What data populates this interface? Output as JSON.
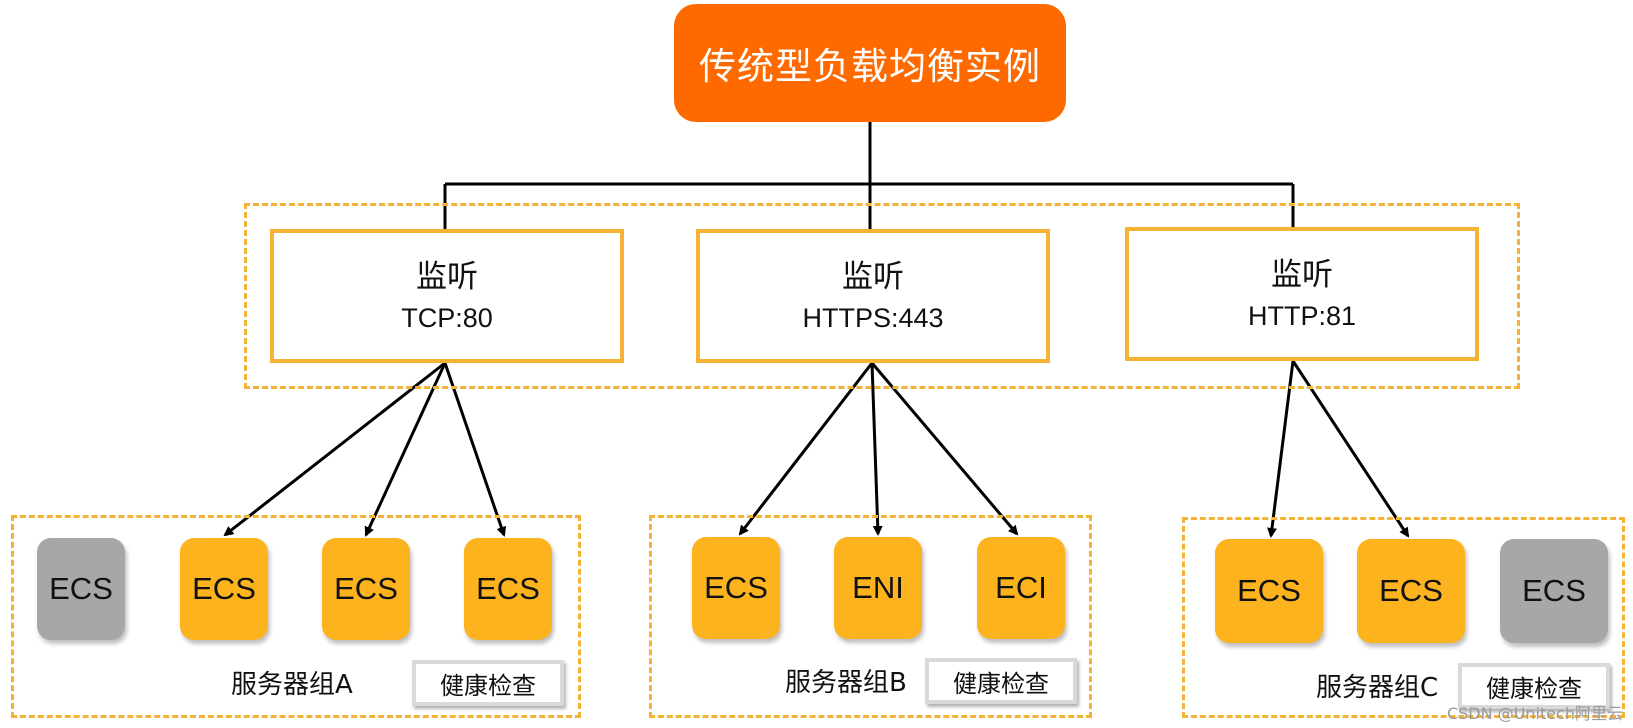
{
  "root": {
    "label": "传统型负载均衡实例",
    "color": "#FF6A00"
  },
  "listeners": [
    {
      "title": "监听",
      "protocol": "TCP:80"
    },
    {
      "title": "监听",
      "protocol": "HTTPS:443"
    },
    {
      "title": "监听",
      "protocol": "HTTP:81"
    }
  ],
  "groups": [
    {
      "label": "服务器组A",
      "health_check": "健康检查",
      "servers": [
        {
          "label": "ECS",
          "state": "inactive"
        },
        {
          "label": "ECS",
          "state": "active"
        },
        {
          "label": "ECS",
          "state": "active"
        },
        {
          "label": "ECS",
          "state": "active"
        }
      ]
    },
    {
      "label": "服务器组B",
      "health_check": "健康检查",
      "servers": [
        {
          "label": "ECS",
          "state": "active"
        },
        {
          "label": "ENI",
          "state": "active"
        },
        {
          "label": "ECI",
          "state": "active"
        }
      ]
    },
    {
      "label": "服务器组C",
      "health_check": "健康检查",
      "servers": [
        {
          "label": "ECS",
          "state": "active"
        },
        {
          "label": "ECS",
          "state": "active"
        },
        {
          "label": "ECS",
          "state": "inactive"
        }
      ]
    }
  ],
  "colors": {
    "frame": "#F5B335",
    "active_server": "#FDB31E",
    "inactive_server": "#A7A7A7"
  },
  "watermark": "CSDN @Unitech阿里云"
}
